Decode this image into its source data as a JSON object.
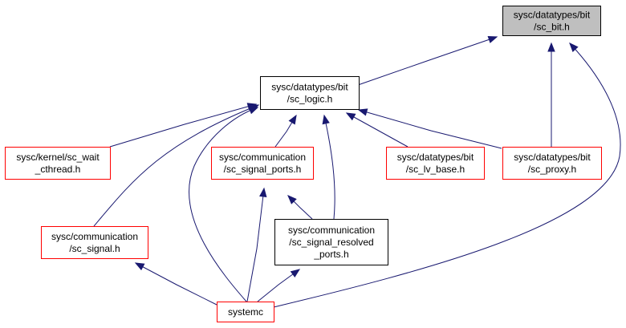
{
  "diagram": {
    "colors": {
      "edge": "#191970",
      "root_fill": "#bfbfbf",
      "black_border": "#000000",
      "red_border": "#ff0000"
    },
    "nodes": [
      {
        "id": "sc_bit",
        "lines": [
          "sysc/datatypes/bit",
          "/sc_bit.h"
        ],
        "style": "root"
      },
      {
        "id": "sc_logic",
        "lines": [
          "sysc/datatypes/bit",
          "/sc_logic.h"
        ],
        "style": "black"
      },
      {
        "id": "sc_wait_cthread",
        "lines": [
          "sysc/kernel/sc_wait",
          "_cthread.h"
        ],
        "style": "red"
      },
      {
        "id": "sc_signal_ports",
        "lines": [
          "sysc/communication",
          "/sc_signal_ports.h"
        ],
        "style": "red"
      },
      {
        "id": "sc_lv_base",
        "lines": [
          "sysc/datatypes/bit",
          "/sc_lv_base.h"
        ],
        "style": "red"
      },
      {
        "id": "sc_proxy",
        "lines": [
          "sysc/datatypes/bit",
          "/sc_proxy.h"
        ],
        "style": "red"
      },
      {
        "id": "sc_signal",
        "lines": [
          "sysc/communication",
          "/sc_signal.h"
        ],
        "style": "red"
      },
      {
        "id": "sc_signal_resolved_ports",
        "lines": [
          "sysc/communication",
          "/sc_signal_resolved",
          "_ports.h"
        ],
        "style": "black"
      },
      {
        "id": "systemc",
        "lines": [
          "systemc"
        ],
        "style": "red"
      }
    ],
    "edges": [
      {
        "from": "sc_logic",
        "to": "sc_bit"
      },
      {
        "from": "sc_proxy",
        "to": "sc_bit"
      },
      {
        "from": "systemc",
        "to": "sc_bit"
      },
      {
        "from": "sc_wait_cthread",
        "to": "sc_logic"
      },
      {
        "from": "sc_signal_ports",
        "to": "sc_logic"
      },
      {
        "from": "sc_lv_base",
        "to": "sc_logic"
      },
      {
        "from": "sc_proxy",
        "to": "sc_logic"
      },
      {
        "from": "sc_signal",
        "to": "sc_logic"
      },
      {
        "from": "sc_signal_resolved_ports",
        "to": "sc_logic"
      },
      {
        "from": "systemc",
        "to": "sc_logic"
      },
      {
        "from": "sc_signal_resolved_ports",
        "to": "sc_signal_ports"
      },
      {
        "from": "systemc",
        "to": "sc_signal_ports"
      },
      {
        "from": "systemc",
        "to": "sc_signal"
      },
      {
        "from": "systemc",
        "to": "sc_signal_resolved_ports"
      }
    ]
  }
}
